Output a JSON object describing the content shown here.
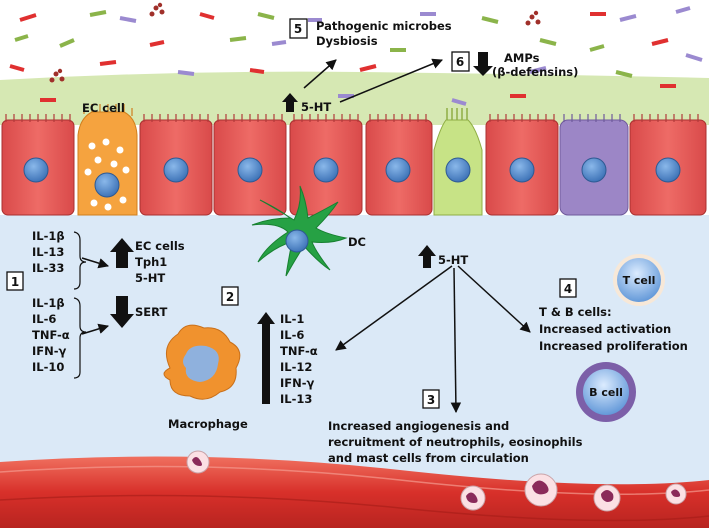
{
  "step_numbers": [
    "1",
    "2",
    "3",
    "4",
    "5",
    "6"
  ],
  "microbes": {
    "line1": "Pathogenic microbes",
    "line2": "Dysbiosis"
  },
  "amps": {
    "line1": "AMPs",
    "line2": "(β-defensins)"
  },
  "ec_cell_label": "EC cell",
  "epithelial_5ht": "5-HT",
  "dc_label": "DC",
  "lamina_5ht": "5-HT",
  "panel1_cytokines_top": [
    "IL-1β",
    "IL-13",
    "IL-33"
  ],
  "panel1_effects_up": [
    "EC cells",
    "Tph1",
    "5-HT"
  ],
  "panel1_cytokines_bottom": [
    "IL-1β",
    "IL-6",
    "TNF-α",
    "IFN-γ",
    "IL-10"
  ],
  "panel1_effect_down": "SERT",
  "panel2_cytokines": [
    "IL-1",
    "IL-6",
    "TNF-α",
    "IL-12",
    "IFN-γ",
    "IL-13"
  ],
  "macrophage_label": "Macrophage",
  "tcell_label": "T cell",
  "bcell_label": "B cell",
  "panel4_text": [
    "T & B cells:",
    "Increased activation",
    "Increased proliferation"
  ],
  "panel3_text": [
    "Increased angiogenesis and",
    "recruitment of neutrophils, eosinophils",
    "and mast cells from circulation"
  ],
  "colors": {
    "mucus": "#d7e7b4",
    "lamina": "#dbe9f7",
    "epithelium": "#e85c5c",
    "nucleus": "#4f87c9",
    "ec_cell": "#f4a040",
    "dc": "#2fa64a",
    "vessel": "#d8342b",
    "tuft": "#c9e38a",
    "goblet": "#9e86c8",
    "macrophage": "#f0922e"
  }
}
